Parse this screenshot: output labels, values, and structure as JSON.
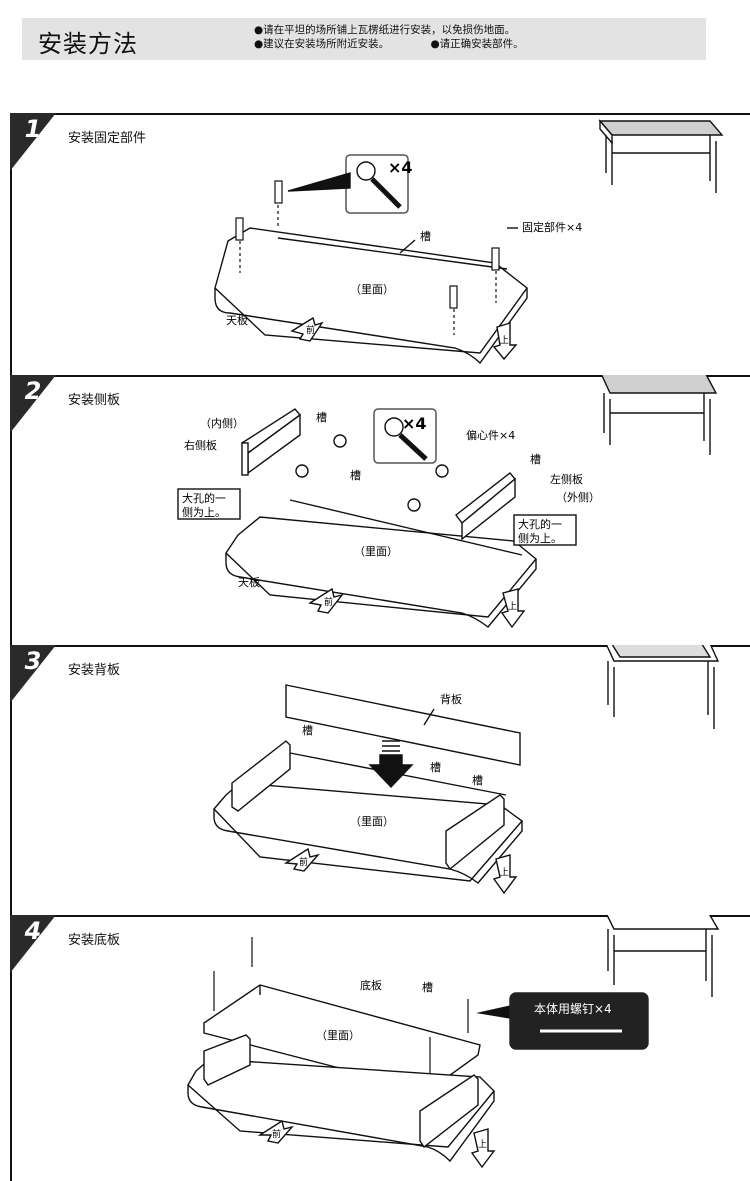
{
  "header": {
    "title": "安装方法",
    "note1": "●请在平坦的场所铺上瓦楞纸进行安装，以免损伤地面。",
    "note2": "●建议在安装场所附近安装。",
    "note3": "●请正确安装部件。"
  },
  "steps": [
    {
      "num": "1",
      "title": "安装固定部件",
      "labels": {
        "groove": "槽",
        "fixing_parts": "固定部件×4",
        "inside": "（里面）",
        "top_board": "天板",
        "front": "前",
        "up": "上",
        "times4": "×4"
      }
    },
    {
      "num": "2",
      "title": "安装侧板",
      "labels": {
        "inner": "（内侧）",
        "groove_a": "槽",
        "right_board": "右侧板",
        "eccentric": "偏心件×4",
        "groove_b": "槽",
        "left_board": "左侧板",
        "outer": "（外侧）",
        "groove_c": "槽",
        "hole_note_l1": "大孔的一",
        "hole_note_l2": "侧为上。",
        "hole_note_r1": "大孔的一",
        "hole_note_r2": "侧为上。",
        "inside": "（里面）",
        "top_board": "天板",
        "front": "前",
        "up": "上",
        "times4": "×4"
      }
    },
    {
      "num": "3",
      "title": "安装背板",
      "labels": {
        "back_board": "背板",
        "groove_a": "槽",
        "groove_b": "槽",
        "groove_c": "槽",
        "inside": "（里面）",
        "front": "前",
        "up": "上"
      }
    },
    {
      "num": "4",
      "title": "安装底板",
      "labels": {
        "bottom_board": "底板",
        "groove": "槽",
        "inside": "（里面）",
        "screw_callout": "本体用螺钉×4",
        "front": "前",
        "up": "上"
      }
    }
  ]
}
